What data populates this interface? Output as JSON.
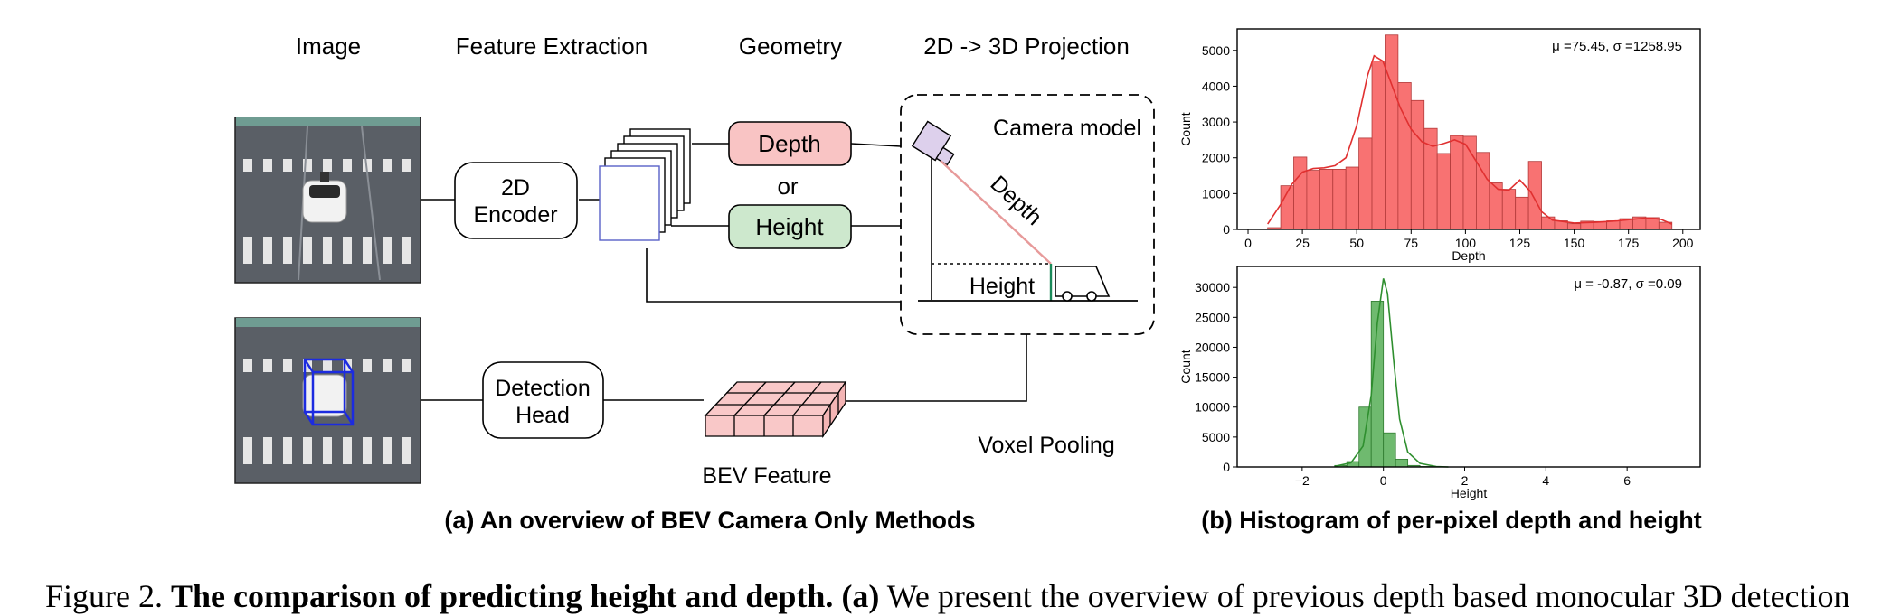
{
  "overview": {
    "headers": {
      "image": "Image",
      "feature": "Feature Extraction",
      "geometry": "Geometry",
      "projection": "2D -> 3D Projection"
    },
    "encoder": [
      "2D",
      "Encoder"
    ],
    "depth_box": "Depth",
    "or_text": "or",
    "height_box": "Height",
    "camera_model": "Camera model",
    "camera_depth": "Depth",
    "camera_height": "Height",
    "detection_head": [
      "Detection",
      "Head"
    ],
    "bev_feature": "BEV Feature",
    "voxel_pooling": "Voxel Pooling",
    "subcaption": "(a) An overview of BEV Camera Only Methods"
  },
  "histograms": {
    "subcaption": "(b) Histogram of per-pixel depth and height"
  },
  "caption": {
    "prefix": "Figure 2.",
    "bold": "The comparison of predicting height and depth.",
    "tag": "(a)",
    "text": "We present the overview of previous depth based monocular 3D detection"
  },
  "colors": {
    "depth_fill": "#f9c4c4",
    "height_fill": "#cde8cd",
    "depth_bar": "#f87272",
    "depth_edge": "#b23a3a",
    "height_bar": "#6fba6f",
    "height_edge": "#2e7a2e",
    "bev_fill": "#f9c8c8"
  },
  "chart_data": [
    {
      "type": "bar",
      "xlabel": "Depth",
      "ylabel": "Count",
      "annotation": "μ  =75.45,  σ =1258.95",
      "xlim": [
        -5,
        208
      ],
      "ylim": [
        0,
        5600
      ],
      "xticks": [
        "0",
        "25",
        "50",
        "75",
        "100",
        "125",
        "150",
        "175",
        "200"
      ],
      "xtick_values": [
        0,
        25,
        50,
        75,
        100,
        125,
        150,
        175,
        200
      ],
      "yticks": [
        "0",
        "1000",
        "2000",
        "3000",
        "4000",
        "5000"
      ],
      "ytick_values": [
        0,
        1000,
        2000,
        3000,
        4000,
        5000
      ],
      "bin_edges": [
        9,
        15,
        21,
        27,
        33,
        39,
        45,
        51,
        57,
        63,
        69,
        75,
        81,
        87,
        93,
        99,
        105,
        111,
        117,
        123,
        129,
        135,
        141,
        147,
        153,
        159,
        165,
        171,
        177,
        183,
        189,
        195
      ],
      "counts": [
        50,
        1220,
        2020,
        1650,
        1680,
        1680,
        1740,
        2550,
        4700,
        5430,
        4100,
        3600,
        2820,
        2120,
        2620,
        2600,
        2150,
        1300,
        1120,
        900,
        1900,
        350,
        240,
        160,
        230,
        220,
        240,
        300,
        350,
        330,
        200
      ],
      "kde_x": [
        9,
        15,
        20,
        25,
        30,
        35,
        40,
        45,
        50,
        55,
        58,
        62,
        66,
        70,
        75,
        80,
        85,
        90,
        95,
        100,
        105,
        110,
        115,
        120,
        125,
        130,
        135,
        140,
        150,
        160,
        170,
        180,
        185,
        190,
        195
      ],
      "kde_y": [
        150,
        700,
        1250,
        1600,
        1700,
        1720,
        1780,
        2000,
        2900,
        4300,
        4850,
        4700,
        4050,
        3400,
        2800,
        2450,
        2320,
        2400,
        2500,
        2380,
        1900,
        1400,
        1120,
        1100,
        1380,
        1050,
        500,
        260,
        180,
        200,
        240,
        300,
        320,
        280,
        150
      ]
    },
    {
      "type": "bar",
      "xlabel": "Height",
      "ylabel": "Count",
      "annotation": "μ  = -0.87,  σ =0.09",
      "xlim": [
        -3.6,
        7.8
      ],
      "ylim": [
        0,
        33500
      ],
      "xticks": [
        "−2",
        "0",
        "2",
        "4",
        "6"
      ],
      "xtick_values": [
        -2,
        0,
        2,
        4,
        6
      ],
      "yticks": [
        "0",
        "5000",
        "10000",
        "15000",
        "20000",
        "25000",
        "30000"
      ],
      "ytick_values": [
        0,
        5000,
        10000,
        15000,
        20000,
        25000,
        30000
      ],
      "bin_edges": [
        -1.2,
        -0.9,
        -0.6,
        -0.3,
        0.0,
        0.3,
        0.6,
        0.9,
        1.2,
        1.5
      ],
      "counts": [
        250,
        900,
        10000,
        27700,
        5700,
        1300,
        250,
        80
      ],
      "kde_x": [
        -1.2,
        -0.8,
        -0.5,
        -0.3,
        -0.15,
        0.0,
        0.1,
        0.25,
        0.4,
        0.6,
        0.9,
        1.3,
        1.6
      ],
      "kde_y": [
        100,
        700,
        3500,
        12000,
        24000,
        31500,
        29000,
        18000,
        8000,
        2500,
        600,
        80,
        0
      ]
    }
  ]
}
